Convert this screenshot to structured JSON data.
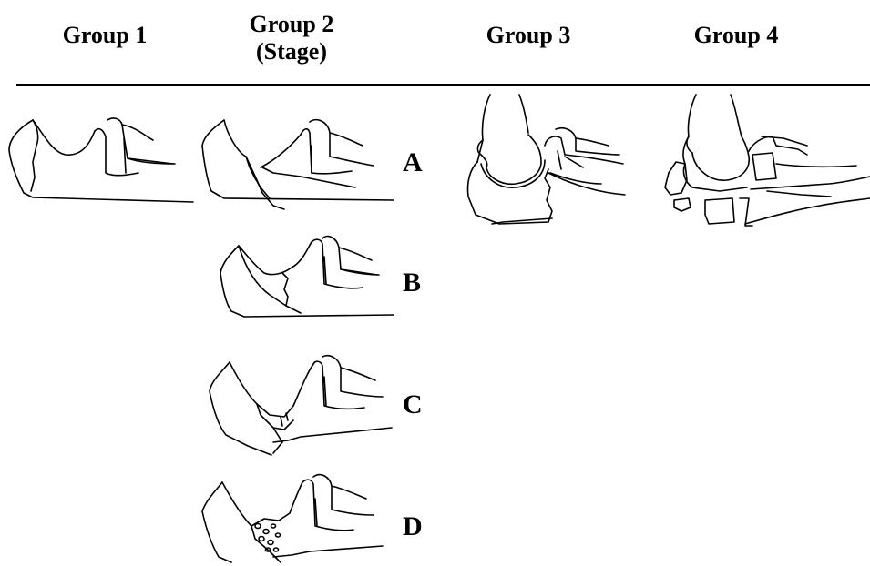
{
  "headers": {
    "group1": "Group 1",
    "group2_line1": "Group 2",
    "group2_line2": "(Stage)",
    "group3": "Group 3",
    "group4": "Group 4"
  },
  "stages": [
    "A",
    "B",
    "C",
    "D"
  ]
}
